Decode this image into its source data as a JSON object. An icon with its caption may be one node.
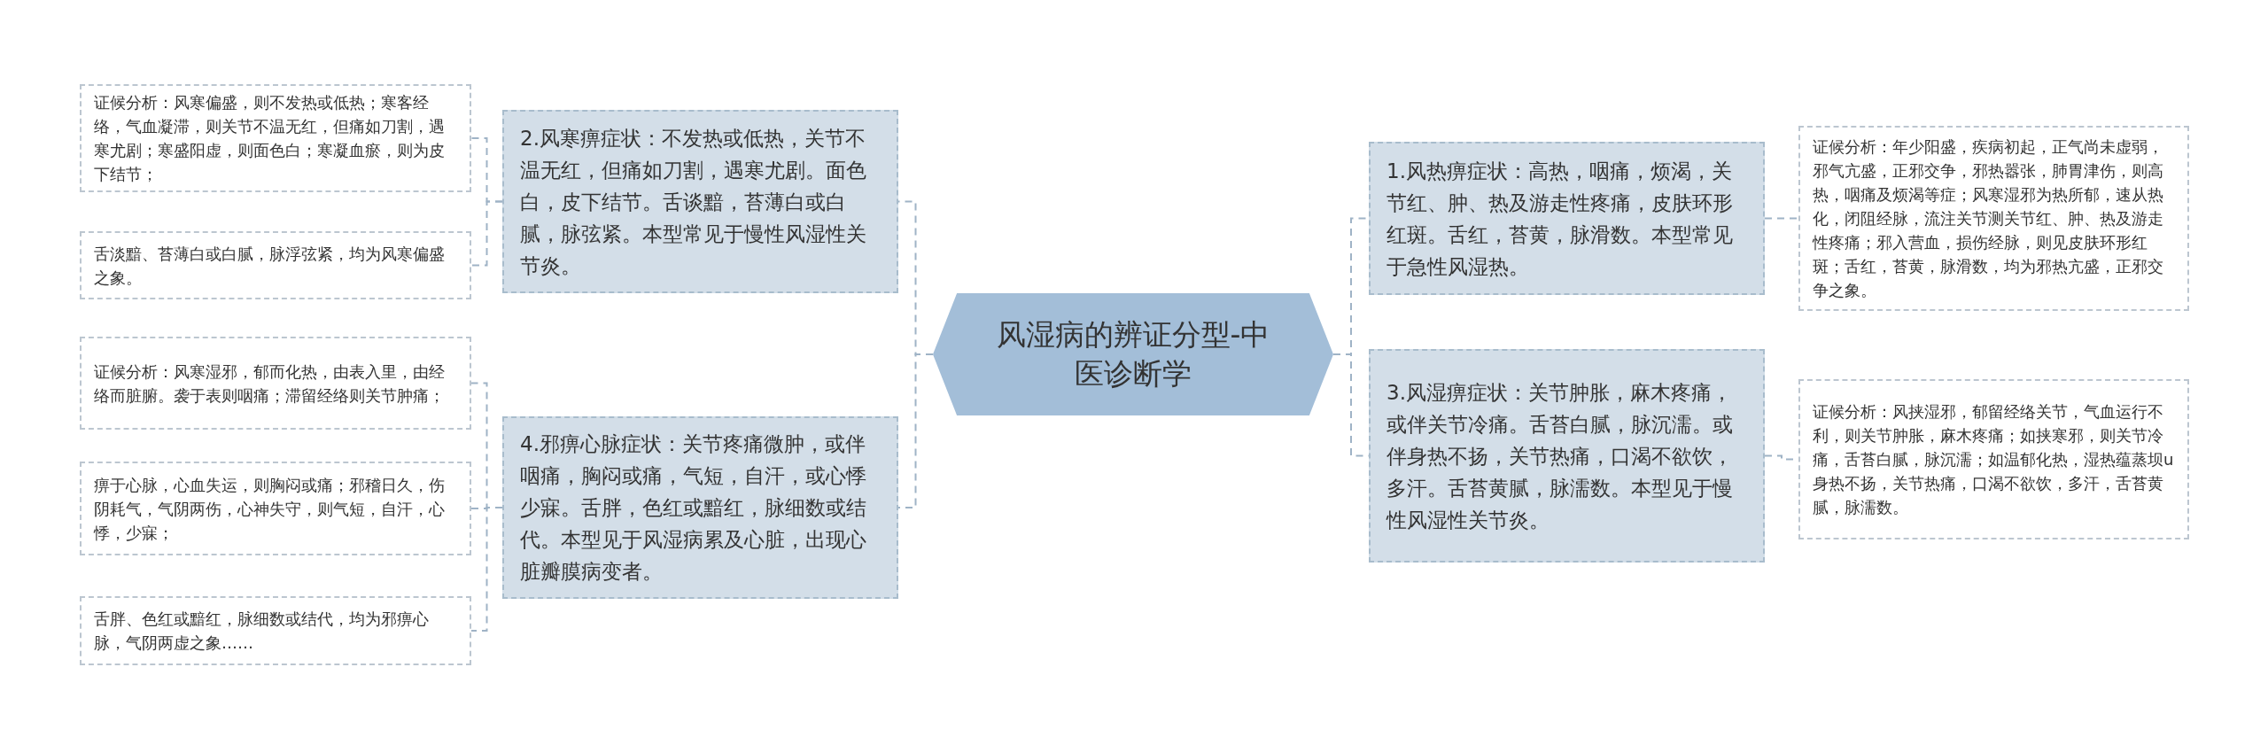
{
  "diagram": {
    "nodes": [
      {
        "text": [
          "风湿病的辨证分型-中医诊断学"
        ]
      },
      {
        "text": [
          "2.风寒痹症状：不发热或低热，关节不温无红，但痛如刀割，遇寒尤剧。面色白，皮下结节。舌谈黯，苔薄白或白腻，脉弦紧。本型常见于慢性风湿性关节炎。"
        ]
      },
      {
        "text": [
          "证候分析：风寒偏盛，则不发热或低热；寒客经络，气血凝滞，则关节不温无红，但痛如刀割，遇寒尤剧；寒盛阳虚，则面色白；寒凝血瘀，则为皮下结节；"
        ]
      },
      {
        "text": [
          "舌淡黯、苔薄白或白腻，脉浮弦紧，均为风寒偏盛之象。"
        ]
      },
      {
        "text": [
          "4.邪痹心脉症状：关节疼痛微肿，或伴咽痛，胸闷或痛，气短，自汗，或心悸少寐。舌胖，色红或黯红，脉细数或结代。本型见于风湿病累及心脏，出现心脏瓣膜病变者。"
        ]
      },
      {
        "text": [
          "证候分析：风寒湿邪，郁而化热，由表入里，由经络而脏腑。袭于表则咽痛；滞留经络则关节肿痛；"
        ]
      },
      {
        "text": [
          "痹于心脉，心血失运，则胸闷或痛；邪稽日久，伤阴耗气，气阴两伤，心神失守，则气短，自汗，心悸，少寐；"
        ]
      },
      {
        "text": [
          "舌胖、色红或黯红，脉细数或结代，均为邪痹心脉，气阴两虚之象……"
        ]
      },
      {
        "text": [
          "1.风热痹症状：高热，咽痛，烦渴，关节红、肿、热及游走性疼痛，皮肤环形红斑。舌红，苔黄，脉滑数。本型常见于急性风湿热。"
        ]
      },
      {
        "text": [
          "证候分析：年少阳盛，疾病初起，正气尚未虚弱，邪气亢盛，正邪交争，邪热嚣张，肺胃津伤，则高热，咽痛及烦渴等症；风寒湿邪为热所郁，速从热化，闭阻经脉，流注关节测关节红、肿、热及游走性疼痛；邪入营血，损伤经脉，则见皮肤环形红斑；舌红，苔黄，脉滑数，均为邪热亢盛，正邪交争之象。"
        ]
      },
      {
        "text": [
          "3.风湿痹症状：关节肿胀，麻木疼痛，或伴关节冷痛。舌苔白腻，脉沉濡。或伴身热不扬，关节热痛，口渴不欲饮，多汗。舌苔黄腻，脉濡数。本型见于慢性风湿性关节炎。"
        ]
      },
      {
        "text": [
          "证候分析：风挟湿邪，郁留经络关节，气血运行不利，则关节肿胀，麻木疼痛；如挟寒邪，则关节冷痛，舌苔白腻，脉沉濡；如温郁化热，湿热蕴蒸坝u身热不扬，关节热痛，口渴不欲饮，多汗，舌苔黄腻，脉濡数。"
        ]
      }
    ],
    "edges": [
      {
        "from": 0,
        "to": 1,
        "arrow": "none"
      },
      {
        "from": 1,
        "to": 2,
        "arrow": "none"
      },
      {
        "from": 1,
        "to": 3,
        "arrow": "none"
      },
      {
        "from": 0,
        "to": 4,
        "arrow": "none"
      },
      {
        "from": 4,
        "to": 5,
        "arrow": "none"
      },
      {
        "from": 4,
        "to": 6,
        "arrow": "none"
      },
      {
        "from": 4,
        "to": 7,
        "arrow": "none"
      },
      {
        "from": 0,
        "to": 8,
        "arrow": "none"
      },
      {
        "from": 8,
        "to": 9,
        "arrow": "none"
      },
      {
        "from": 0,
        "to": 10,
        "arrow": "none"
      },
      {
        "from": 10,
        "to": 11,
        "arrow": "none"
      }
    ]
  }
}
